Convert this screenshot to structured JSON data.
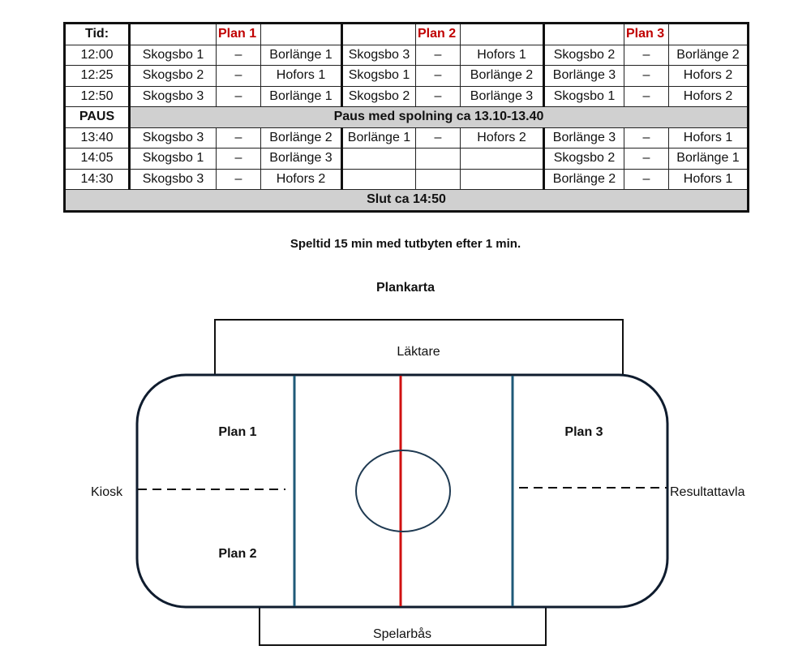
{
  "schedule": {
    "header": {
      "time": "Tid:",
      "plans": [
        "Plan 1",
        "Plan 2",
        "Plan 3"
      ]
    },
    "rows": [
      {
        "time": "12:00",
        "games": [
          [
            "Skogsbo 1",
            "–",
            "Borlänge 1"
          ],
          [
            "Skogsbo 3",
            "–",
            "Hofors 1"
          ],
          [
            "Skogsbo 2",
            "–",
            "Borlänge 2"
          ]
        ]
      },
      {
        "time": "12:25",
        "games": [
          [
            "Skogsbo 2",
            "–",
            "Hofors 1"
          ],
          [
            "Skogsbo 1",
            "–",
            "Borlänge 2"
          ],
          [
            "Borlänge 3",
            "–",
            "Hofors 2"
          ]
        ]
      },
      {
        "time": "12:50",
        "games": [
          [
            "Skogsbo 3",
            "–",
            "Borlänge 1"
          ],
          [
            "Skogsbo 2",
            "–",
            "Borlänge 3"
          ],
          [
            "Skogsbo 1",
            "–",
            "Hofors 2"
          ]
        ]
      },
      {
        "time": "13:40",
        "games": [
          [
            "Skogsbo 3",
            "–",
            "Borlänge 2"
          ],
          [
            "Borlänge 1",
            "–",
            "Hofors 2"
          ],
          [
            "Borlänge 3",
            "–",
            "Hofors 1"
          ]
        ]
      },
      {
        "time": "14:05",
        "games": [
          [
            "Skogsbo 1",
            "–",
            "Borlänge 3"
          ],
          [
            "",
            "",
            ""
          ],
          [
            "Skogsbo 2",
            "–",
            "Borlänge 1"
          ]
        ]
      },
      {
        "time": "14:30",
        "games": [
          [
            "Skogsbo 3",
            "–",
            "Hofors 2"
          ],
          [
            "",
            "",
            ""
          ],
          [
            "Borlänge 2",
            "–",
            "Hofors 1"
          ]
        ]
      }
    ],
    "pause": {
      "label": "PAUS",
      "text": "Paus med spolning ca 13.10-13.40"
    },
    "end": "Slut ca 14:50"
  },
  "note": "Speltid 15 min med tutbyten efter 1 min.",
  "map": {
    "title": "Plankarta",
    "stands": "Läktare",
    "bench": "Spelarbås",
    "kiosk": "Kiosk",
    "scoreboard": "Resultattavla",
    "plan1": "Plan 1",
    "plan2": "Plan 2",
    "plan3": "Plan 3"
  },
  "colors": {
    "plan_header": "#c00000",
    "red_line": "#d01010",
    "blue_line": "#1f5a78",
    "rink": "#0f1c2e"
  }
}
